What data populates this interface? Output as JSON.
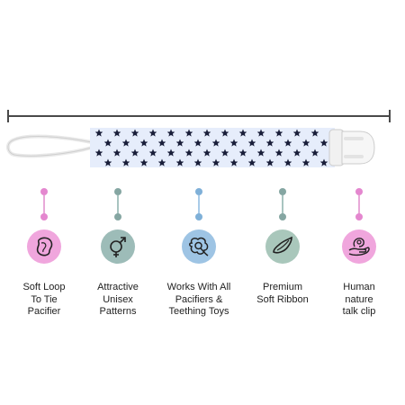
{
  "colors": {
    "pink": "#f0a6dd",
    "pink_dark": "#e487cf",
    "teal": "#9dbcb8",
    "teal_dark": "#85a6a2",
    "blue": "#9ec4e4",
    "blue_dark": "#7fb0d8",
    "green": "#a9c7bb",
    "ribbon": "#e6edfb",
    "star": "#1a1f3a",
    "clip": "#f4f4f4",
    "line": "#4a4a4a"
  },
  "product": {
    "image": "pacifier-clip-icon"
  },
  "features": [
    {
      "icon": "loop-icon",
      "color": "pink",
      "lines": [
        "Soft Loop",
        "To Tie",
        "Pacifier"
      ]
    },
    {
      "icon": "gender-unisex-icon",
      "color": "teal",
      "lines": [
        "Attractive",
        "Unisex",
        "Patterns"
      ]
    },
    {
      "icon": "pacifier-icon",
      "color": "blue",
      "lines": [
        "Works With All",
        "Pacifiers &",
        "Teething Toys"
      ]
    },
    {
      "icon": "ribbon-icon",
      "color": "green",
      "lines": [
        "Premium",
        "Soft Ribbon"
      ]
    },
    {
      "icon": "hand-clip-icon",
      "color": "pink",
      "lines": [
        "Human",
        "nature",
        "talk clip"
      ]
    }
  ]
}
